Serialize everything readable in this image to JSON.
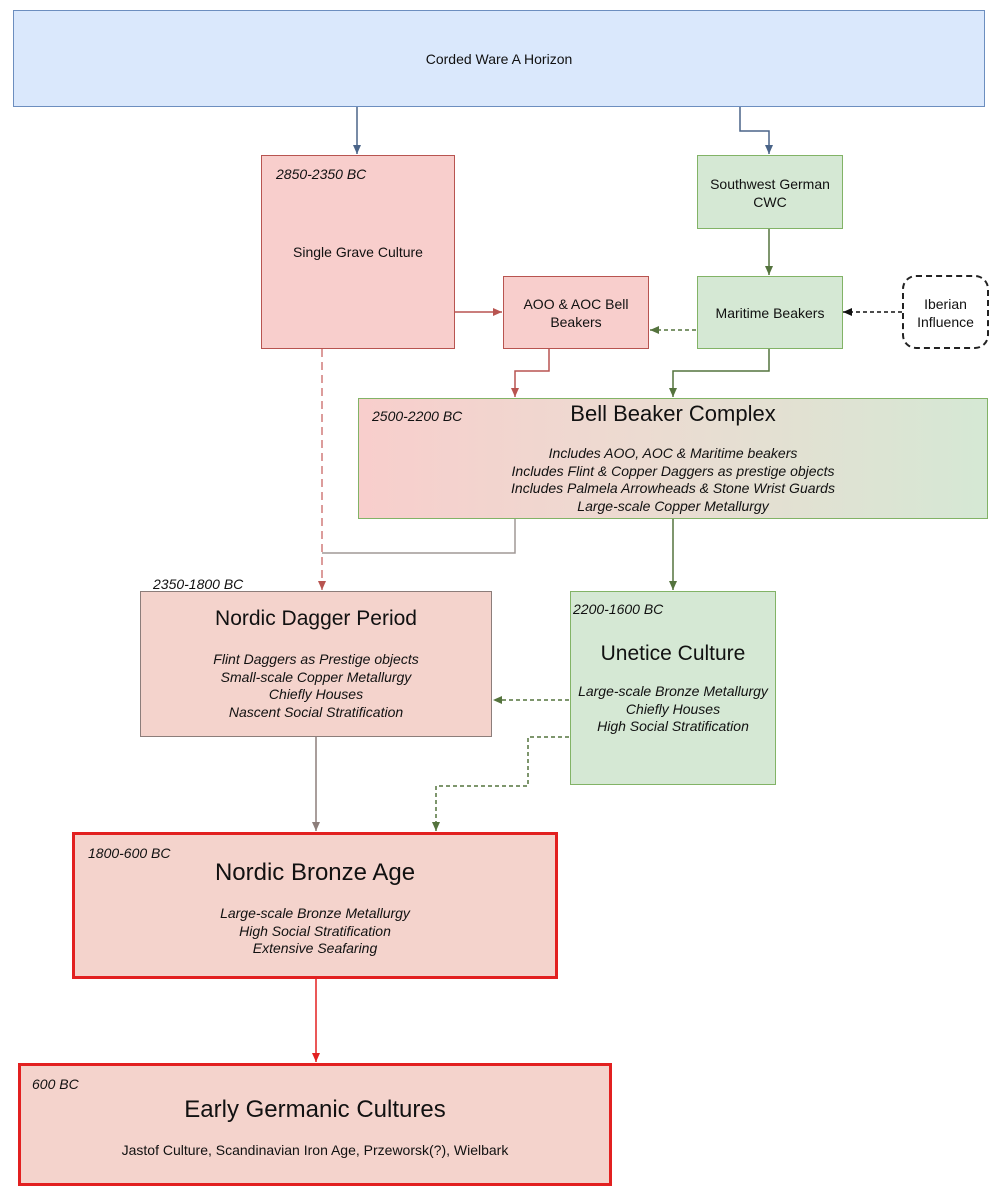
{
  "corded_ware": {
    "label": "Corded Ware A Horizon"
  },
  "single_grave": {
    "date": "2850-2350 BC",
    "label": "Single Grave Culture"
  },
  "southwest_german": {
    "label_line1": "Southwest German",
    "label_line2": "CWC"
  },
  "aoo_aoc": {
    "label_line1": "AOO & AOC Bell",
    "label_line2": "Beakers"
  },
  "maritime": {
    "label": "Maritime Beakers"
  },
  "iberian": {
    "label_line1": "Iberian",
    "label_line2": "Influence"
  },
  "bell_beaker": {
    "date": "2500-2200 BC",
    "title": "Bell Beaker Complex",
    "lines": [
      "Includes AOO, AOC & Maritime beakers",
      "Includes Flint & Copper Daggers as prestige objects",
      "Includes Palmela Arrowheads & Stone Wrist Guards",
      "Large-scale Copper Metallurgy"
    ]
  },
  "nordic_dagger": {
    "date": "2350-1800 BC",
    "title": "Nordic Dagger Period",
    "lines": [
      "Flint Daggers as Prestige objects",
      "Small-scale Copper Metallurgy",
      "Chiefly Houses",
      "Nascent Social Stratification"
    ]
  },
  "unetice": {
    "date": "2200-1600 BC",
    "title": "Unetice Culture",
    "lines": [
      "Large-scale Bronze Metallurgy",
      "Chiefly Houses",
      "High Social Stratification"
    ]
  },
  "nordic_bronze": {
    "date": "1800-600 BC",
    "title": "Nordic Bronze Age",
    "lines": [
      "Large-scale Bronze Metallurgy",
      "High Social Stratification",
      "Extensive Seafaring"
    ]
  },
  "early_germanic": {
    "date": "600 BC",
    "title": "Early Germanic Cultures",
    "subtitle": "Jastof Culture, Scandinavian Iron Age, Przeworsk(?), Wielbark"
  },
  "colors": {
    "blue_arrow": "#4a6488",
    "green_arrow": "#54733d",
    "red_arrow": "#b85450",
    "grey_arrow": "#8c7d7a",
    "bright_red": "#e22020"
  }
}
